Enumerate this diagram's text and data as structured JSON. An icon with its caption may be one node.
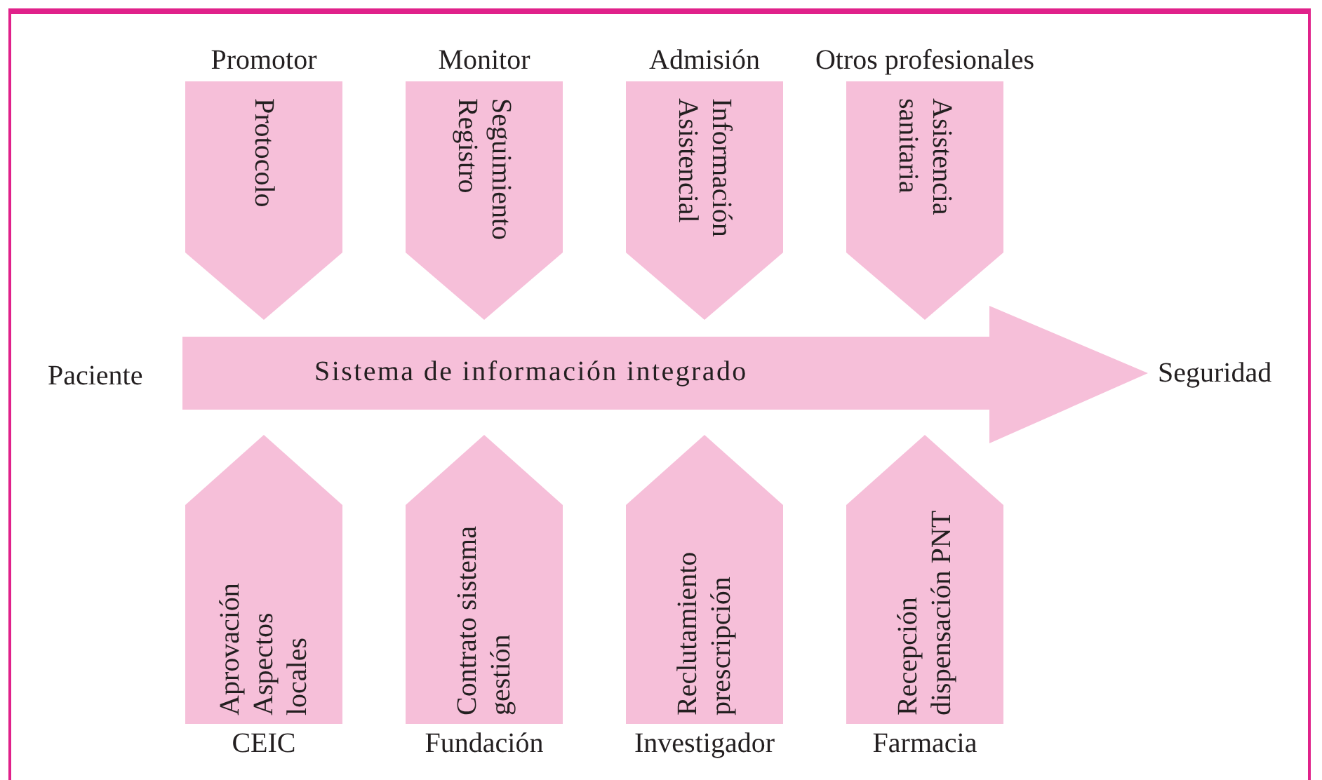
{
  "diagram": {
    "nodes": [
      {
        "text": [
          "Sistema de información integrado"
        ]
      },
      {
        "text": [
          "Promotor",
          "Protocolo"
        ]
      },
      {
        "text": [
          "Monitor",
          "Seguimiento Registro"
        ]
      },
      {
        "text": [
          "Admisión",
          "Información Asistencial"
        ]
      },
      {
        "text": [
          "Otros profesionales",
          "Asistencia sanitaria"
        ]
      },
      {
        "text": [
          "Aprovación Aspectos locales",
          "CEIC"
        ]
      },
      {
        "text": [
          "Contrato sistema gestión",
          "Fundación"
        ]
      },
      {
        "text": [
          "Reclutamiento prescripción",
          "Investigador"
        ]
      },
      {
        "text": [
          "Recepción dispensación PNT",
          "Farmacia"
        ]
      }
    ],
    "labels": [
      "Paciente",
      "Seguridad"
    ]
  }
}
